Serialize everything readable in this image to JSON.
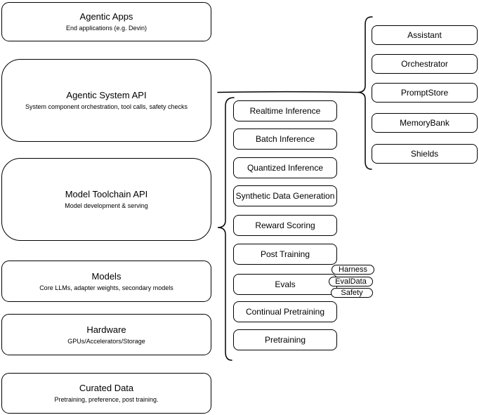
{
  "left_stack": {
    "items": [
      {
        "title": "Agentic Apps",
        "subtitle": "End applications (e.g. Devin)"
      },
      {
        "title": "Agentic System API",
        "subtitle": "System component orchestration, tool calls, safety checks"
      },
      {
        "title": "Model Toolchain API",
        "subtitle": "Model development & serving"
      },
      {
        "title": "Models",
        "subtitle": "Core LLMs, adapter weights, secondary models"
      },
      {
        "title": "Hardware",
        "subtitle": "GPUs/Accelerators/Storage"
      },
      {
        "title": "Curated Data",
        "subtitle": "Pretraining, preference, post training."
      }
    ]
  },
  "toolchain_group": {
    "items": [
      "Realtime Inference",
      "Batch Inference",
      "Quantized Inference",
      "Synthetic Data Generation",
      "Reward Scoring",
      "Post Training",
      "Evals",
      "Continual Pretraining",
      "Pretraining"
    ],
    "evals_badges": [
      "Harness",
      "EvalData",
      "Safety"
    ]
  },
  "system_group": {
    "items": [
      "Assistant",
      "Orchestrator",
      "PromptStore",
      "MemoryBank",
      "Shields"
    ]
  },
  "colors": {
    "stroke": "#000000",
    "fill": "#ffffff",
    "text": "#000000"
  }
}
